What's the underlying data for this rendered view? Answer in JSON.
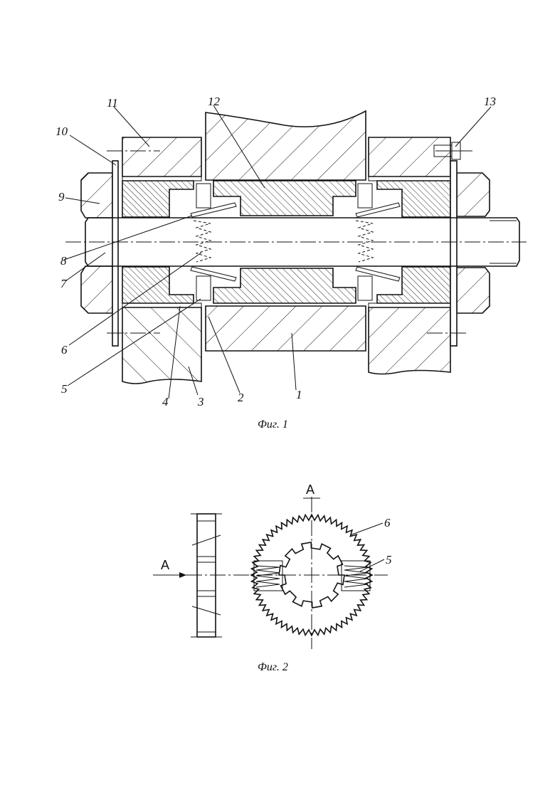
{
  "figure1": {
    "caption": "Фиг. 1",
    "labels": {
      "p1": "1",
      "p2": "2",
      "p3": "3",
      "p4": "4",
      "p5": "5",
      "p6": "6",
      "p7": "7",
      "p8": "8",
      "p9": "9",
      "p10": "10",
      "p11": "11",
      "p12": "12",
      "p13": "13"
    }
  },
  "figure2": {
    "caption": "Фиг. 2",
    "section_label_left": "A",
    "section_label_top": "A",
    "labels": {
      "p5": "5",
      "p6": "6"
    }
  }
}
